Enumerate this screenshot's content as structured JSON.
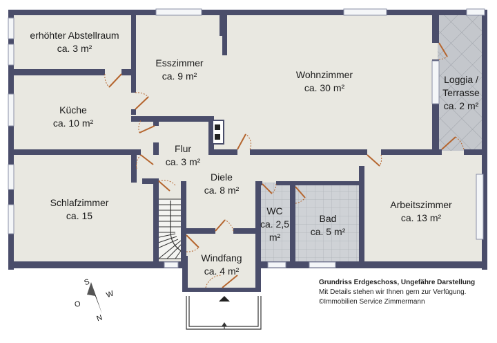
{
  "rooms": {
    "abstellraum": {
      "name": "erhöhter Abstellraum",
      "area": "ca. 3 m²"
    },
    "esszimmer": {
      "name": "Esszimmer",
      "area": "ca. 9 m²"
    },
    "wohnzimmer": {
      "name": "Wohnzimmer",
      "area": "ca. 30 m²"
    },
    "loggia": {
      "name1": "Loggia /",
      "name2": "Terrasse",
      "area": "ca. 2 m²"
    },
    "kueche": {
      "name": "Küche",
      "area": "ca. 10 m²"
    },
    "flur": {
      "name": "Flur",
      "area": "ca. 3 m²"
    },
    "diele": {
      "name": "Diele",
      "area": "ca. 8 m²"
    },
    "schlafzimmer": {
      "name": "Schlafzimmer",
      "area": "ca. 15"
    },
    "wc": {
      "name": "WC",
      "area1": "ca. 2,5",
      "area2": "m²"
    },
    "bad": {
      "name": "Bad",
      "area": "ca. 5 m²"
    },
    "arbeitszimmer": {
      "name": "Arbeitszimmer",
      "area": "ca. 13 m²"
    },
    "windfang": {
      "name": "Windfang",
      "area": "ca. 4 m²"
    }
  },
  "legend": {
    "title": "Grundriss Erdgeschoss, Ungefähre Darstellung",
    "details": "Mit Details stehen wir Ihnen gern zur Verfügung.",
    "copyright": "©Immobilien Service Zimmermann"
  },
  "compass": {
    "s": "S",
    "w": "W",
    "o": "O",
    "n": "N"
  },
  "colors": {
    "wall": "#4a4d6a",
    "floor": "#e9e8e1",
    "tile": "#c9ccd0",
    "tile_line": "#a8acb2",
    "door": "#b5652e",
    "window": "#f2f4f6"
  }
}
